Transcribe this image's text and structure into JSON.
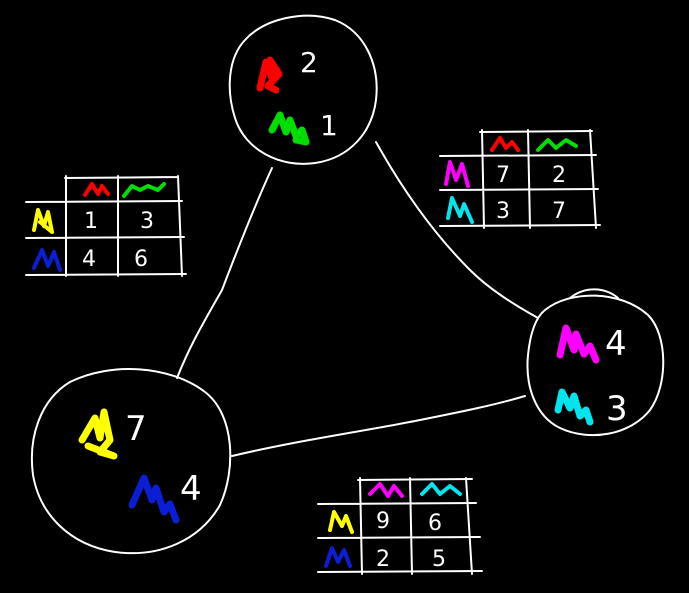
{
  "colors": {
    "background": "#000000",
    "line": "#ffffff",
    "red": "#ff0000",
    "green": "#00dd00",
    "yellow": "#ffff00",
    "blue": "#0a1ed6",
    "magenta": "#ff00ff",
    "cyan": "#00e5ee"
  },
  "nodes": {
    "top": {
      "items": [
        {
          "marker": "red-scribble",
          "value": "2"
        },
        {
          "marker": "green-scribble",
          "value": "1"
        }
      ]
    },
    "right": {
      "items": [
        {
          "marker": "magenta-scribble",
          "value": "4"
        },
        {
          "marker": "cyan-scribble",
          "value": "3"
        }
      ]
    },
    "left": {
      "items": [
        {
          "marker": "yellow-scribble",
          "value": "7"
        },
        {
          "marker": "blue-scribble",
          "value": "4"
        }
      ]
    }
  },
  "tables": {
    "top_left": {
      "col_markers": [
        "red-scribble",
        "green-scribble"
      ],
      "row_markers": [
        "yellow-scribble",
        "blue-scribble"
      ],
      "cells": [
        [
          "1",
          "3"
        ],
        [
          "4",
          "6"
        ]
      ]
    },
    "top_right": {
      "col_markers": [
        "red-scribble",
        "green-scribble"
      ],
      "row_markers": [
        "magenta-scribble",
        "cyan-scribble"
      ],
      "cells": [
        [
          "7",
          "2"
        ],
        [
          "3",
          "7"
        ]
      ]
    },
    "bottom": {
      "col_markers": [
        "magenta-scribble",
        "cyan-scribble"
      ],
      "row_markers": [
        "yellow-scribble",
        "blue-scribble"
      ],
      "cells": [
        [
          "9",
          "6"
        ],
        [
          "2",
          "5"
        ]
      ]
    }
  }
}
